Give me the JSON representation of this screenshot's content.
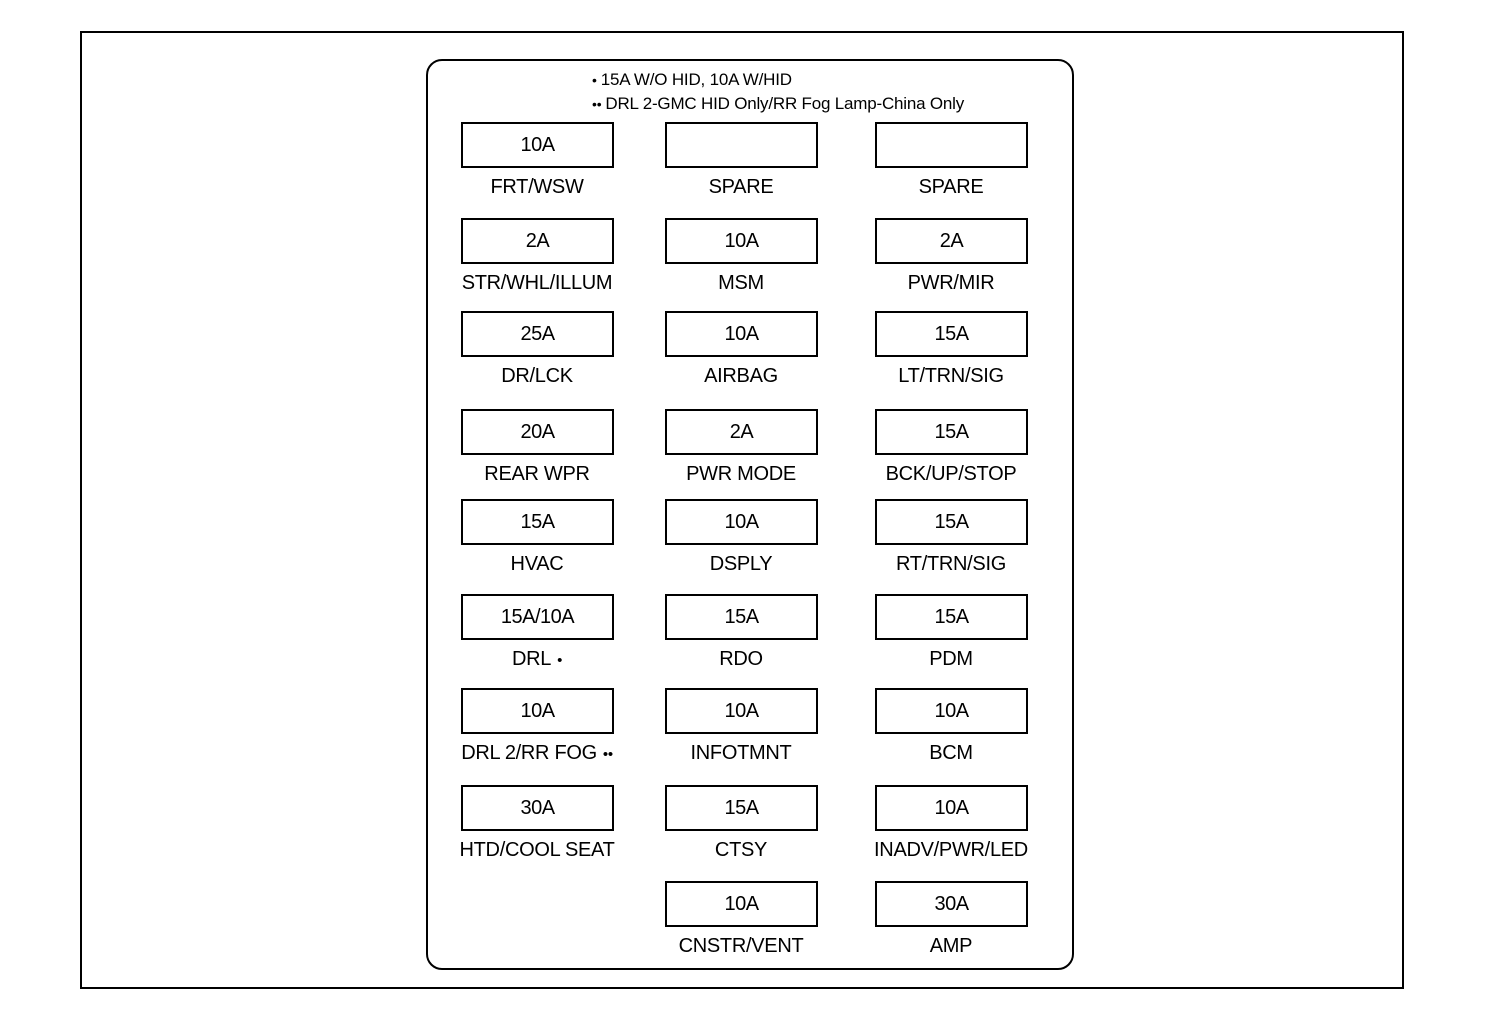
{
  "notes": [
    {
      "mark": "•",
      "text": "15A W/O HID, 10A W/HID"
    },
    {
      "mark": "••",
      "text": "DRL 2-GMC HID Only/RR Fog Lamp-China Only"
    }
  ],
  "fuses": [
    {
      "rating": "10A",
      "label": "FRT/WSW",
      "mark": ""
    },
    {
      "rating": "",
      "label": "SPARE",
      "mark": ""
    },
    {
      "rating": "",
      "label": "SPARE",
      "mark": ""
    },
    {
      "rating": "2A",
      "label": "STR/WHL/ILLUM",
      "mark": ""
    },
    {
      "rating": "10A",
      "label": "MSM",
      "mark": ""
    },
    {
      "rating": "2A",
      "label": "PWR/MIR",
      "mark": ""
    },
    {
      "rating": "25A",
      "label": "DR/LCK",
      "mark": ""
    },
    {
      "rating": "10A",
      "label": "AIRBAG",
      "mark": ""
    },
    {
      "rating": "15A",
      "label": "LT/TRN/SIG",
      "mark": ""
    },
    {
      "rating": "20A",
      "label": "REAR WPR",
      "mark": ""
    },
    {
      "rating": "2A",
      "label": "PWR MODE",
      "mark": ""
    },
    {
      "rating": "15A",
      "label": "BCK/UP/STOP",
      "mark": ""
    },
    {
      "rating": "15A",
      "label": "HVAC",
      "mark": ""
    },
    {
      "rating": "10A",
      "label": "DSPLY",
      "mark": ""
    },
    {
      "rating": "15A",
      "label": "RT/TRN/SIG",
      "mark": ""
    },
    {
      "rating": "15A/10A",
      "label": "DRL",
      "mark": "•"
    },
    {
      "rating": "15A",
      "label": "RDO",
      "mark": ""
    },
    {
      "rating": "15A",
      "label": "PDM",
      "mark": ""
    },
    {
      "rating": "10A",
      "label": "DRL 2/RR FOG",
      "mark": "••"
    },
    {
      "rating": "10A",
      "label": "INFOTMNT",
      "mark": ""
    },
    {
      "rating": "10A",
      "label": "BCM",
      "mark": ""
    },
    {
      "rating": "30A",
      "label": "HTD/COOL SEAT",
      "mark": ""
    },
    {
      "rating": "15A",
      "label": "CTSY",
      "mark": ""
    },
    {
      "rating": "10A",
      "label": "INADV/PWR/LED",
      "mark": ""
    },
    {
      "rating": "10A",
      "label": "CNSTR/VENT",
      "mark": ""
    },
    {
      "rating": "30A",
      "label": "AMP",
      "mark": ""
    }
  ]
}
